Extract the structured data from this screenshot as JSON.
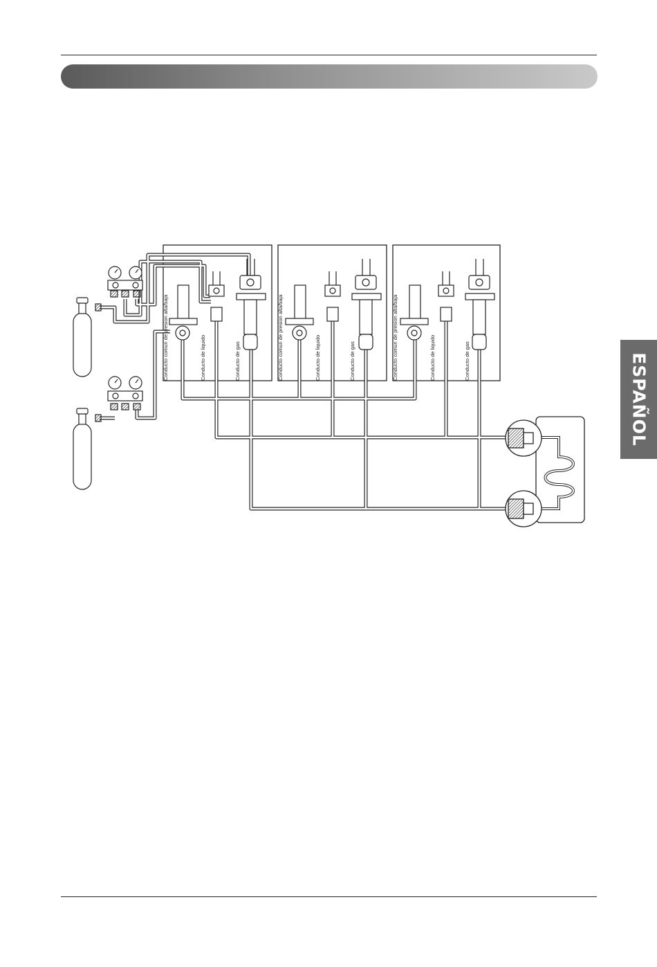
{
  "side_tab": {
    "label": "ESPAÑOL"
  },
  "diagram": {
    "units": [
      {
        "common_line": "Conducto comun de presion alta/baja",
        "liquid_line": "Conducto de liquido",
        "gas_line": "Conducto de gas"
      },
      {
        "common_line": "Conducto comun de presion alta/baja",
        "liquid_line": "Conducto de liquido",
        "gas_line": "Conducto de gas"
      },
      {
        "common_line": "Conducto comun de presion alta/baja",
        "liquid_line": "Conducto de liquido",
        "gas_line": "Conducto de gas"
      }
    ]
  }
}
